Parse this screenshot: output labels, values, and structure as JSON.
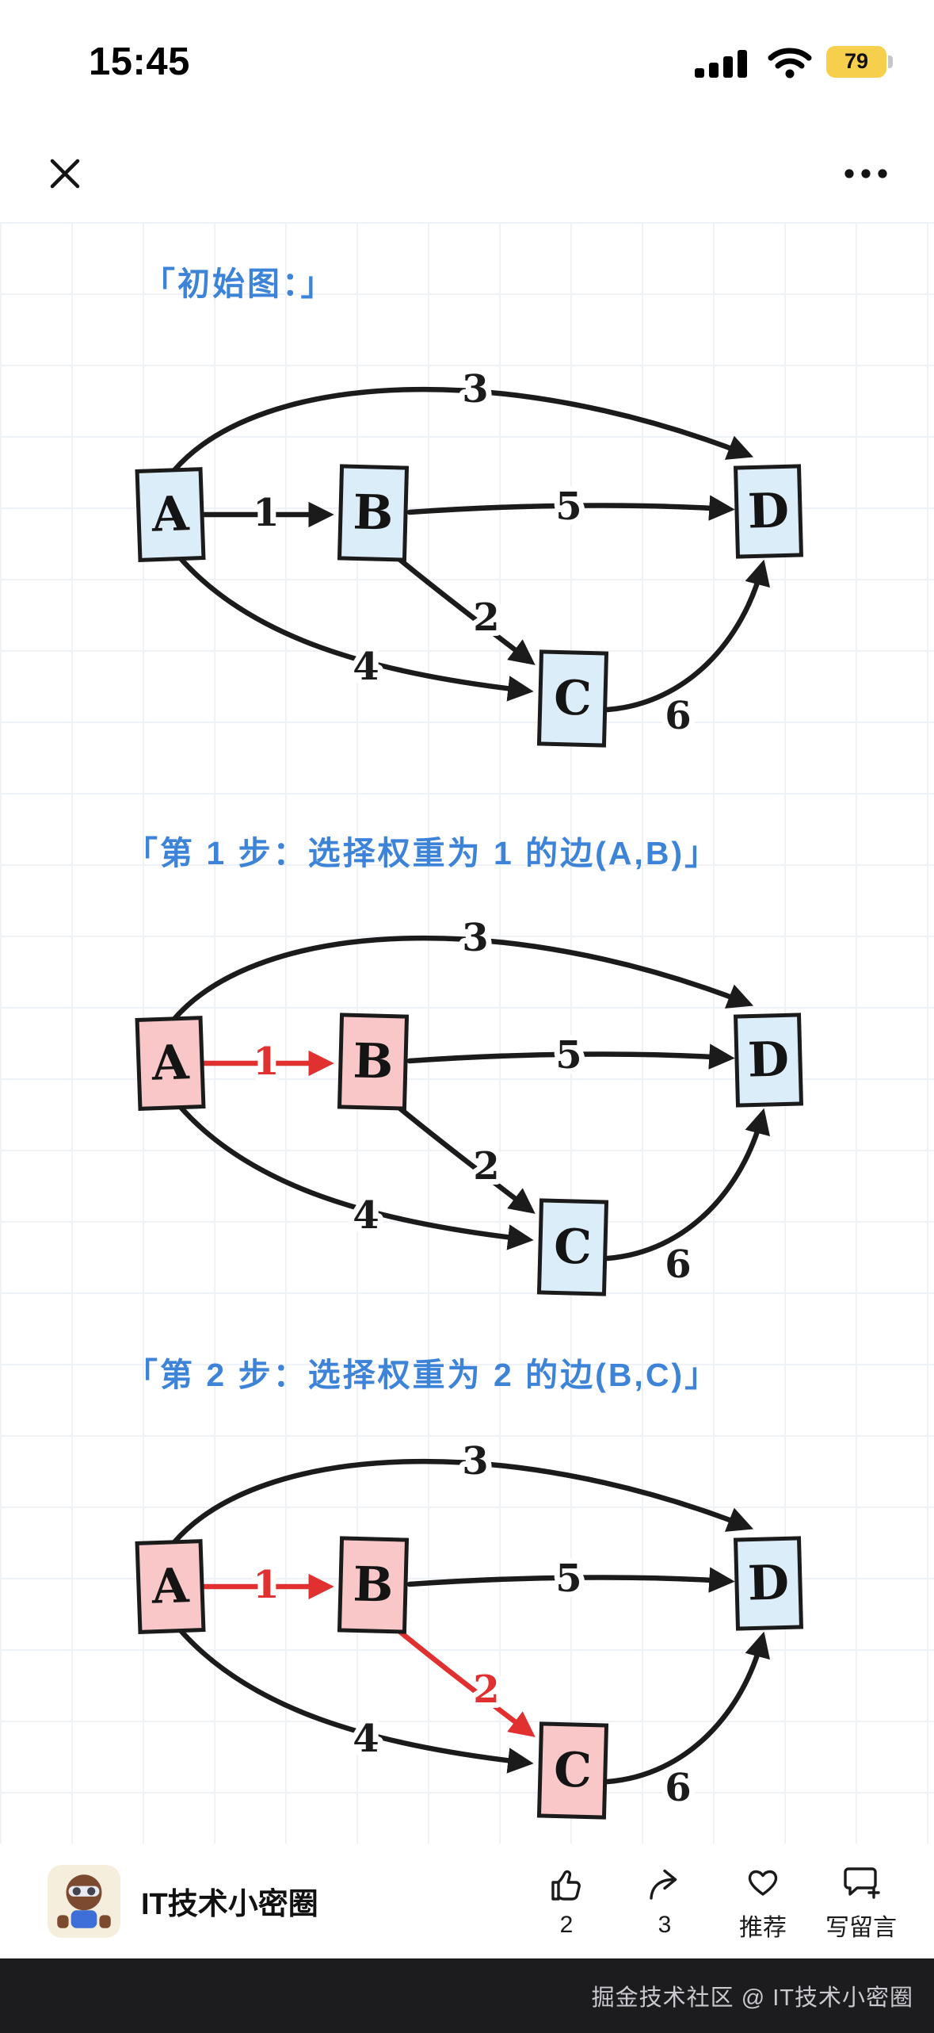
{
  "status_bar": {
    "time": "15:45",
    "battery_percent": "79"
  },
  "icons": {
    "close": "x-cross",
    "more": "ellipsis",
    "cellular": "signal-bars",
    "wifi": "wifi-arcs",
    "battery": "battery-pill",
    "like": "thumbs-up",
    "share": "forward-arrow",
    "recommend": "heart-outline",
    "comment": "speech-bubble-plus"
  },
  "sections": [
    {
      "title": "「初始图：」"
    },
    {
      "title": "「第 1 步：选择权重为 1 的边(A,B)」"
    },
    {
      "title": "「第 2 步：选择权重为 2 的边(B,C)」"
    }
  ],
  "graphs": [
    {
      "name": "初始图",
      "nodes": [
        {
          "id": "A",
          "state": "normal"
        },
        {
          "id": "B",
          "state": "normal"
        },
        {
          "id": "C",
          "state": "normal"
        },
        {
          "id": "D",
          "state": "normal"
        }
      ],
      "edges": [
        {
          "id": "A-B",
          "from": "A",
          "to": "B",
          "weight": "1",
          "state": "normal"
        },
        {
          "id": "A-D",
          "from": "A",
          "to": "D",
          "weight": "3",
          "state": "normal"
        },
        {
          "id": "B-D",
          "from": "B",
          "to": "D",
          "weight": "5",
          "state": "normal"
        },
        {
          "id": "B-C",
          "from": "B",
          "to": "C",
          "weight": "2",
          "state": "normal"
        },
        {
          "id": "A-C",
          "from": "A",
          "to": "C",
          "weight": "4",
          "state": "normal"
        },
        {
          "id": "C-D",
          "from": "C",
          "to": "D",
          "weight": "6",
          "state": "normal"
        }
      ]
    },
    {
      "name": "第 1 步：选择权重为 1 的边(A,B)",
      "nodes": [
        {
          "id": "A",
          "state": "selected"
        },
        {
          "id": "B",
          "state": "selected"
        },
        {
          "id": "C",
          "state": "normal"
        },
        {
          "id": "D",
          "state": "normal"
        }
      ],
      "edges": [
        {
          "id": "A-B",
          "from": "A",
          "to": "B",
          "weight": "1",
          "state": "selected"
        },
        {
          "id": "A-D",
          "from": "A",
          "to": "D",
          "weight": "3",
          "state": "normal"
        },
        {
          "id": "B-D",
          "from": "B",
          "to": "D",
          "weight": "5",
          "state": "normal"
        },
        {
          "id": "B-C",
          "from": "B",
          "to": "C",
          "weight": "2",
          "state": "normal"
        },
        {
          "id": "A-C",
          "from": "A",
          "to": "C",
          "weight": "4",
          "state": "normal"
        },
        {
          "id": "C-D",
          "from": "C",
          "to": "D",
          "weight": "6",
          "state": "normal"
        }
      ]
    },
    {
      "name": "第 2 步：选择权重为 2 的边(B,C)",
      "nodes": [
        {
          "id": "A",
          "state": "selected"
        },
        {
          "id": "B",
          "state": "selected"
        },
        {
          "id": "C",
          "state": "selected"
        },
        {
          "id": "D",
          "state": "normal"
        }
      ],
      "edges": [
        {
          "id": "A-B",
          "from": "A",
          "to": "B",
          "weight": "1",
          "state": "selected"
        },
        {
          "id": "A-D",
          "from": "A",
          "to": "D",
          "weight": "3",
          "state": "normal"
        },
        {
          "id": "B-D",
          "from": "B",
          "to": "D",
          "weight": "5",
          "state": "normal"
        },
        {
          "id": "B-C",
          "from": "B",
          "to": "C",
          "weight": "2",
          "state": "selected"
        },
        {
          "id": "A-C",
          "from": "A",
          "to": "C",
          "weight": "4",
          "state": "normal"
        },
        {
          "id": "C-D",
          "from": "C",
          "to": "D",
          "weight": "6",
          "state": "normal"
        }
      ]
    }
  ],
  "author": {
    "name": "IT技术小密圈"
  },
  "actions": {
    "like_count": "2",
    "share_count": "3",
    "recommend_label": "推荐",
    "comment_label": "写留言"
  },
  "watermark": "掘金技术社区 @ IT技术小密圈",
  "colors": {
    "title_blue": "#3d84d8",
    "node_blue": "#dcedfa",
    "node_pink": "#f9c7c7",
    "edge_black": "#1b1b1b",
    "edge_red": "#e03030",
    "battery_yellow": "#f6d04d",
    "watermark_bg": "#1c1c1e"
  }
}
